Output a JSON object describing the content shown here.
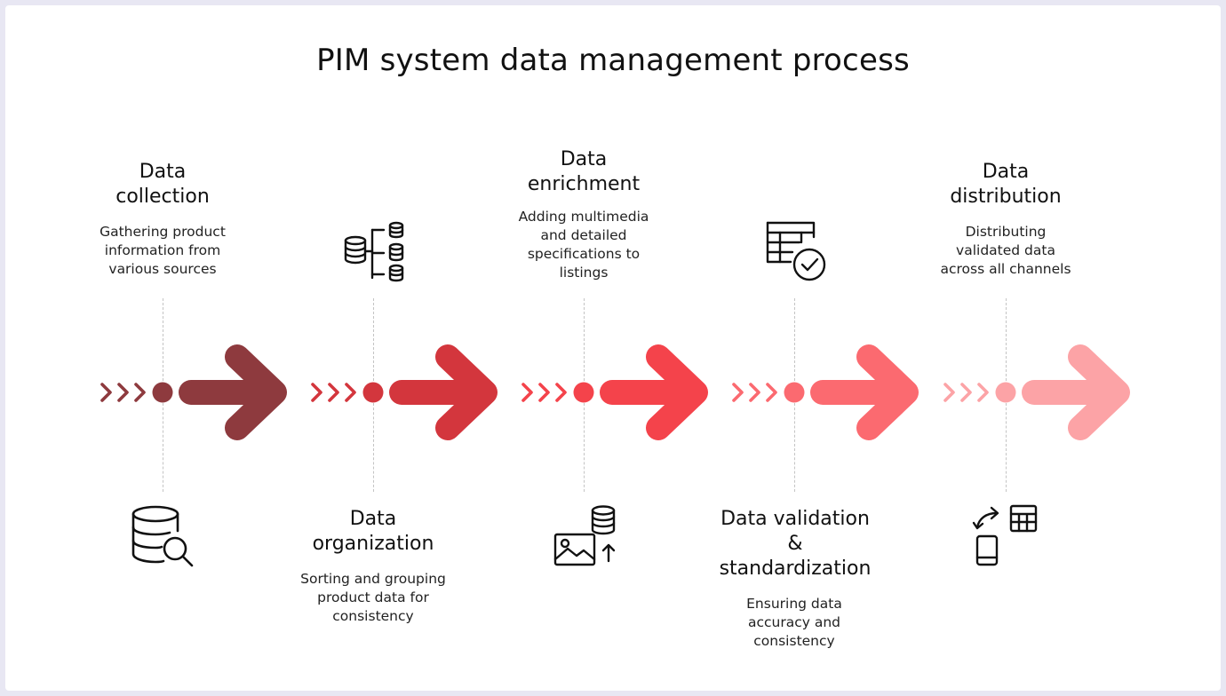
{
  "title": "PIM system data management process",
  "stages": [
    {
      "title_lines": [
        "Data",
        "collection"
      ],
      "desc_lines": [
        "Gathering product",
        "information from",
        "various sources"
      ],
      "color": "#8e3a3e",
      "icon": "database-search-icon"
    },
    {
      "title_lines": [
        "Data",
        "organization"
      ],
      "desc_lines": [
        "Sorting and grouping",
        "product data for",
        "consistency"
      ],
      "color": "#d3363d",
      "icon": "database-hierarchy-icon"
    },
    {
      "title_lines": [
        "Data",
        "enrichment"
      ],
      "desc_lines": [
        "Adding multimedia",
        "and detailed",
        "specifications to",
        "listings"
      ],
      "color": "#f4434b",
      "icon": "image-upload-database-icon"
    },
    {
      "title_lines": [
        "Data validation",
        "&",
        "standardization"
      ],
      "desc_lines": [
        "Ensuring data",
        "accuracy and",
        "consistency"
      ],
      "color": "#fb6a70",
      "icon": "table-check-icon"
    },
    {
      "title_lines": [
        "Data",
        "distribution"
      ],
      "desc_lines": [
        "Distributing",
        "validated data",
        "across all channels"
      ],
      "color": "#fca3a6",
      "icon": "device-sync-table-icon"
    }
  ]
}
